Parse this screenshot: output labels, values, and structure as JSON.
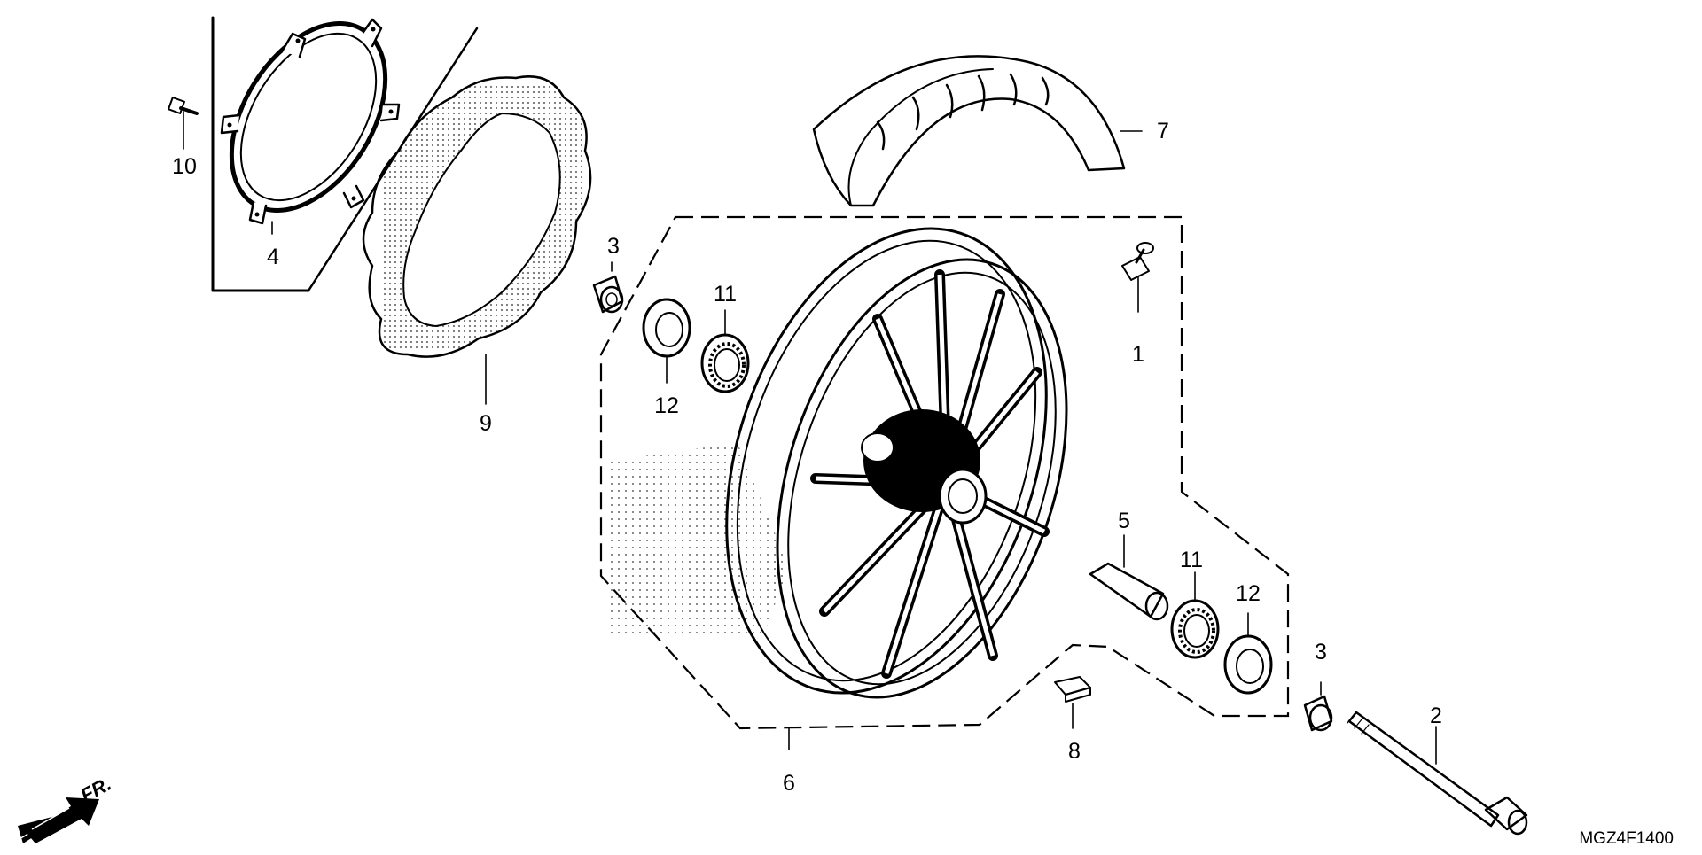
{
  "diagram": {
    "drawing_code": "MGZ4F1400",
    "direction_label": "FR.",
    "callouts": [
      {
        "id": "c1",
        "label": "1"
      },
      {
        "id": "c2",
        "label": "2"
      },
      {
        "id": "c3a",
        "label": "3"
      },
      {
        "id": "c3b",
        "label": "3"
      },
      {
        "id": "c4",
        "label": "4"
      },
      {
        "id": "c5",
        "label": "5"
      },
      {
        "id": "c6",
        "label": "6"
      },
      {
        "id": "c7",
        "label": "7"
      },
      {
        "id": "c8",
        "label": "8"
      },
      {
        "id": "c9",
        "label": "9"
      },
      {
        "id": "c10",
        "label": "10"
      },
      {
        "id": "c11a",
        "label": "11"
      },
      {
        "id": "c11b",
        "label": "11"
      },
      {
        "id": "c12a",
        "label": "12"
      },
      {
        "id": "c12b",
        "label": "12"
      }
    ]
  }
}
